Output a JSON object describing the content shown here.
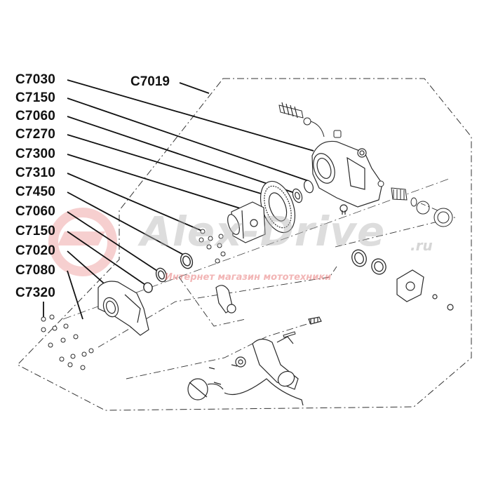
{
  "callouts": [
    {
      "code": "C7030"
    },
    {
      "code": "C7150"
    },
    {
      "code": "C7060"
    },
    {
      "code": "C7270"
    },
    {
      "code": "C7300"
    },
    {
      "code": "C7310"
    },
    {
      "code": "C7450"
    },
    {
      "code": "C7060"
    },
    {
      "code": "C7150"
    },
    {
      "code": "C7020"
    },
    {
      "code": "C7080"
    },
    {
      "code": "C7320"
    }
  ],
  "assembly": {
    "code": "C7019"
  },
  "watermark": {
    "name": "Alex-Drive",
    "domain": ".ru",
    "tagline": "Интернет магазин мототехники"
  },
  "colors": {
    "line": "#1a1a1a",
    "part_stroke": "#2a2a2a",
    "watermark_gray": "#b4b4b4",
    "watermark_red": "#e87878"
  }
}
